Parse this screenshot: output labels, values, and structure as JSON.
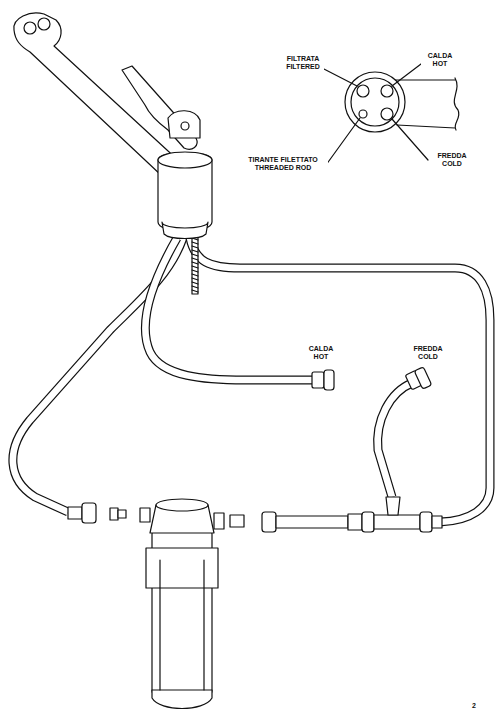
{
  "diagram": {
    "labels": [
      "FILTRATA FILTERED",
      "CALDA HOT",
      "TIRANTE FILETTATO THREADED ROD",
      "FREDDA COLD",
      "CALDA HOT",
      "FREDDA COLD",
      "2"
    ]
  }
}
